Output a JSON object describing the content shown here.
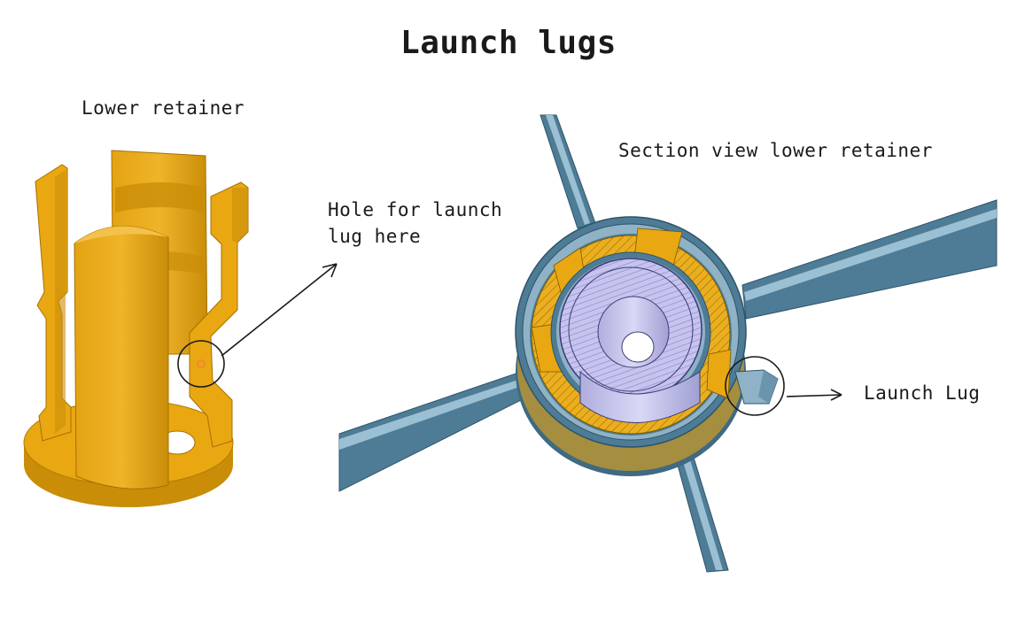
{
  "title": "Launch lugs",
  "labels": {
    "lower_retainer": "Lower retainer",
    "hole": "Hole for launch\nlug here",
    "section_view": "Section view lower retainer",
    "launch_lug": "Launch Lug"
  },
  "colors": {
    "retainer_orange": "#E9A712",
    "retainer_shadow": "#B87F07",
    "tube_blue": "#4E7C96",
    "tube_light": "#8FB2C6",
    "insert_lavender": "#C9C6EE",
    "hatch": "#7a5a00",
    "ink": "#1a1a1a"
  }
}
